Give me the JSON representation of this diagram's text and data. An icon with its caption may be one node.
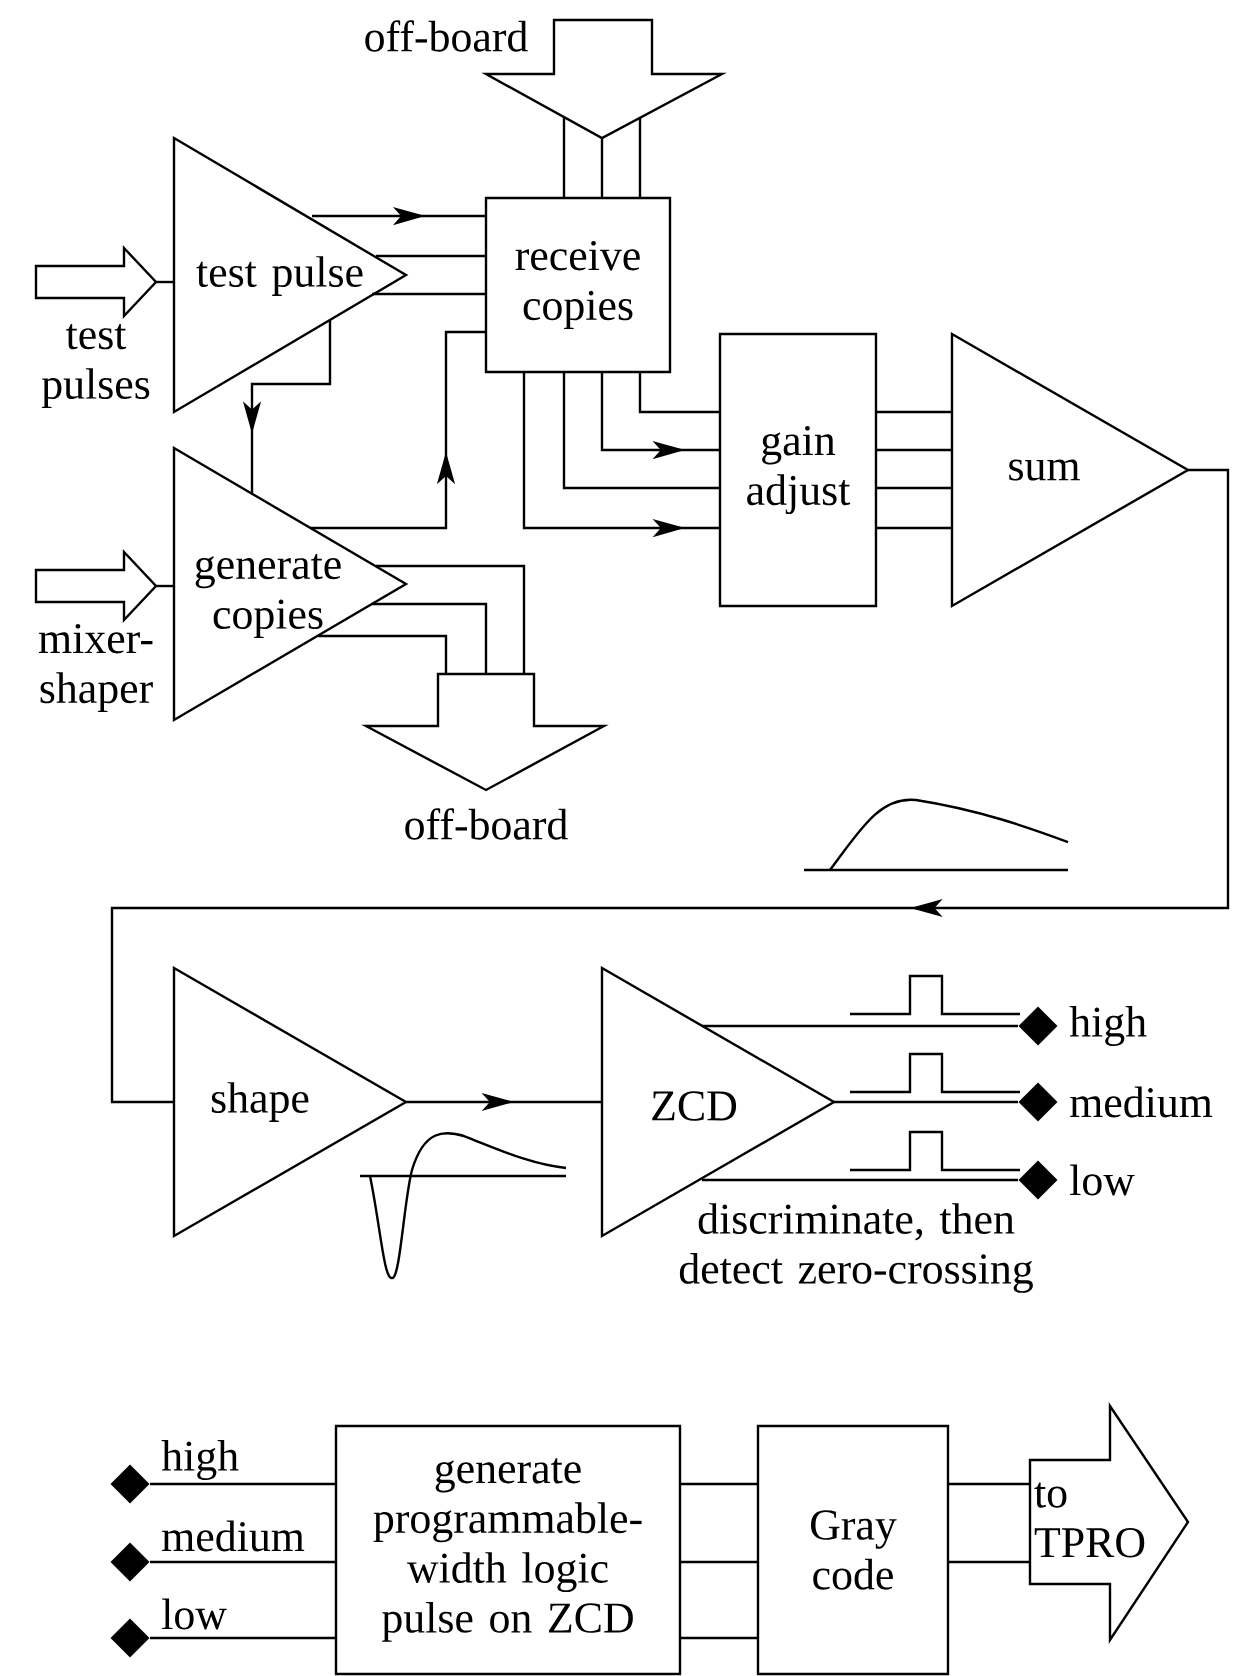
{
  "diagram": {
    "nodes": [
      {
        "text": [],
        "shape": "arrow",
        "beside": [
          "test pulses"
        ]
      },
      {
        "text": [
          "test pulse"
        ]
      },
      {
        "text": [],
        "shape": "arrow",
        "beside": [
          "off-board"
        ]
      },
      {
        "text": [
          "receive copies"
        ]
      },
      {
        "text": [],
        "shape": "arrow",
        "beside": [
          "mixer-shaper"
        ]
      },
      {
        "text": [
          "generate copies"
        ]
      },
      {
        "text": [],
        "shape": "arrow",
        "beside": [
          "off-board"
        ]
      },
      {
        "text": [
          "gain adjust"
        ]
      },
      {
        "text": [
          "sum"
        ]
      },
      {
        "text": [
          "shape"
        ]
      },
      {
        "text": [
          "ZCD"
        ],
        "beside": [
          "discriminate, then detect zero-crossing"
        ]
      },
      {
        "text": [],
        "shape": "diamond",
        "beside": [
          "high"
        ]
      },
      {
        "text": [],
        "shape": "diamond",
        "beside": [
          "medium"
        ]
      },
      {
        "text": [],
        "shape": "diamond",
        "beside": [
          "low"
        ]
      },
      {
        "text": [],
        "shape": "diamond",
        "beside": [
          "high"
        ]
      },
      {
        "text": [],
        "shape": "diamond",
        "beside": [
          "medium"
        ]
      },
      {
        "text": [],
        "shape": "diamond",
        "beside": [
          "low"
        ]
      },
      {
        "text": [
          "generate programmable-width logic pulse on ZCD"
        ]
      },
      {
        "text": [
          "Gray code"
        ]
      },
      {
        "text": [
          "to TPRO"
        ]
      }
    ],
    "edges": [
      {
        "from": 0,
        "to": 1,
        "arrow": "none"
      },
      {
        "from": 1,
        "to": 3,
        "arrow": "to"
      },
      {
        "from": 1,
        "to": 3,
        "arrow": "none"
      },
      {
        "from": 1,
        "to": 3,
        "arrow": "none"
      },
      {
        "from": 2,
        "to": 3,
        "arrow": "none"
      },
      {
        "from": 2,
        "to": 3,
        "arrow": "none"
      },
      {
        "from": 2,
        "to": 3,
        "arrow": "none"
      },
      {
        "from": 1,
        "to": 5,
        "arrow": "to"
      },
      {
        "from": 4,
        "to": 5,
        "arrow": "none"
      },
      {
        "from": 5,
        "to": 3,
        "arrow": "to"
      },
      {
        "from": 5,
        "to": 6,
        "arrow": "none"
      },
      {
        "from": 5,
        "to": 6,
        "arrow": "none"
      },
      {
        "from": 5,
        "to": 6,
        "arrow": "none"
      },
      {
        "from": 3,
        "to": 7,
        "arrow": "none"
      },
      {
        "from": 3,
        "to": 7,
        "arrow": "to"
      },
      {
        "from": 3,
        "to": 7,
        "arrow": "none"
      },
      {
        "from": 3,
        "to": 7,
        "arrow": "to"
      },
      {
        "from": 7,
        "to": 8,
        "arrow": "none"
      },
      {
        "from": 7,
        "to": 8,
        "arrow": "none"
      },
      {
        "from": 7,
        "to": 8,
        "arrow": "none"
      },
      {
        "from": 7,
        "to": 8,
        "arrow": "none"
      },
      {
        "from": 8,
        "to": 9,
        "arrow": "to"
      },
      {
        "from": 9,
        "to": 10,
        "arrow": "to"
      },
      {
        "from": 10,
        "to": 11,
        "arrow": "none"
      },
      {
        "from": 10,
        "to": 12,
        "arrow": "none"
      },
      {
        "from": 10,
        "to": 13,
        "arrow": "none"
      },
      {
        "from": 14,
        "to": 17,
        "arrow": "none"
      },
      {
        "from": 15,
        "to": 17,
        "arrow": "none"
      },
      {
        "from": 16,
        "to": 17,
        "arrow": "none"
      },
      {
        "from": 17,
        "to": 18,
        "arrow": "none"
      },
      {
        "from": 17,
        "to": 18,
        "arrow": "none"
      },
      {
        "from": 17,
        "to": 18,
        "arrow": "none"
      },
      {
        "from": 18,
        "to": 19,
        "arrow": "none"
      },
      {
        "from": 18,
        "to": 19,
        "arrow": "none"
      }
    ]
  }
}
